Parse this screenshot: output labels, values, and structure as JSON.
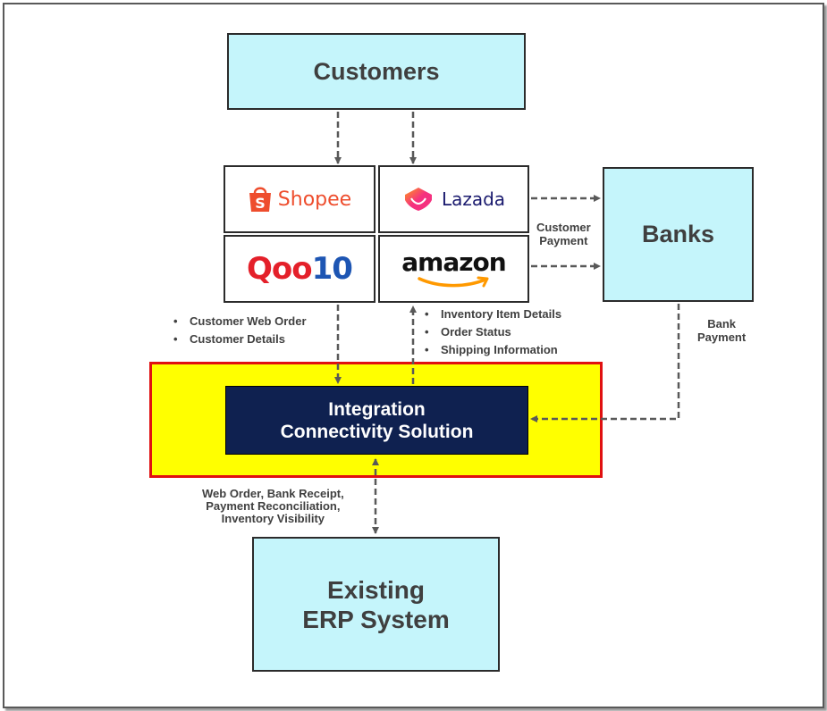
{
  "nodes": {
    "customers": "Customers",
    "banks": "Banks",
    "erp_line1": "Existing",
    "erp_line2": "ERP System",
    "ics_line1": "Integration",
    "ics_line2": "Connectivity Solution"
  },
  "marketplaces": {
    "shopee": "Shopee",
    "lazada": "Lazada",
    "qoo10_q": "Qoo",
    "qoo10_ten": "10",
    "amazon": "amazon"
  },
  "labels": {
    "customer_payment_1": "Customer",
    "customer_payment_2": "Payment",
    "bank_payment_1": "Bank",
    "bank_payment_2": "Payment",
    "erp_flow_1": "Web Order, Bank Receipt,",
    "erp_flow_2": "Payment Reconciliation,",
    "erp_flow_3": "Inventory Visibility"
  },
  "to_ics_bullets": [
    "Customer Web Order",
    "Customer Details"
  ],
  "from_ics_bullets": [
    "Inventory Item Details",
    "Order Status",
    "Shipping Information"
  ],
  "colors": {
    "node_fill": "#c5f5fb",
    "ics_fill": "#0f2150",
    "highlight_fill": "#ffff00",
    "highlight_border": "#e01010",
    "arrow": "#595959",
    "shopee": "#ee4d2d",
    "lazada_text": "#1a1a6e",
    "qoo10_red": "#e4202a",
    "qoo10_blue": "#1d55b3",
    "amazon_smile": "#ff9900"
  },
  "icons": [
    "shopee-bag-icon",
    "lazada-heart-icon",
    "amazon-smile-icon"
  ]
}
